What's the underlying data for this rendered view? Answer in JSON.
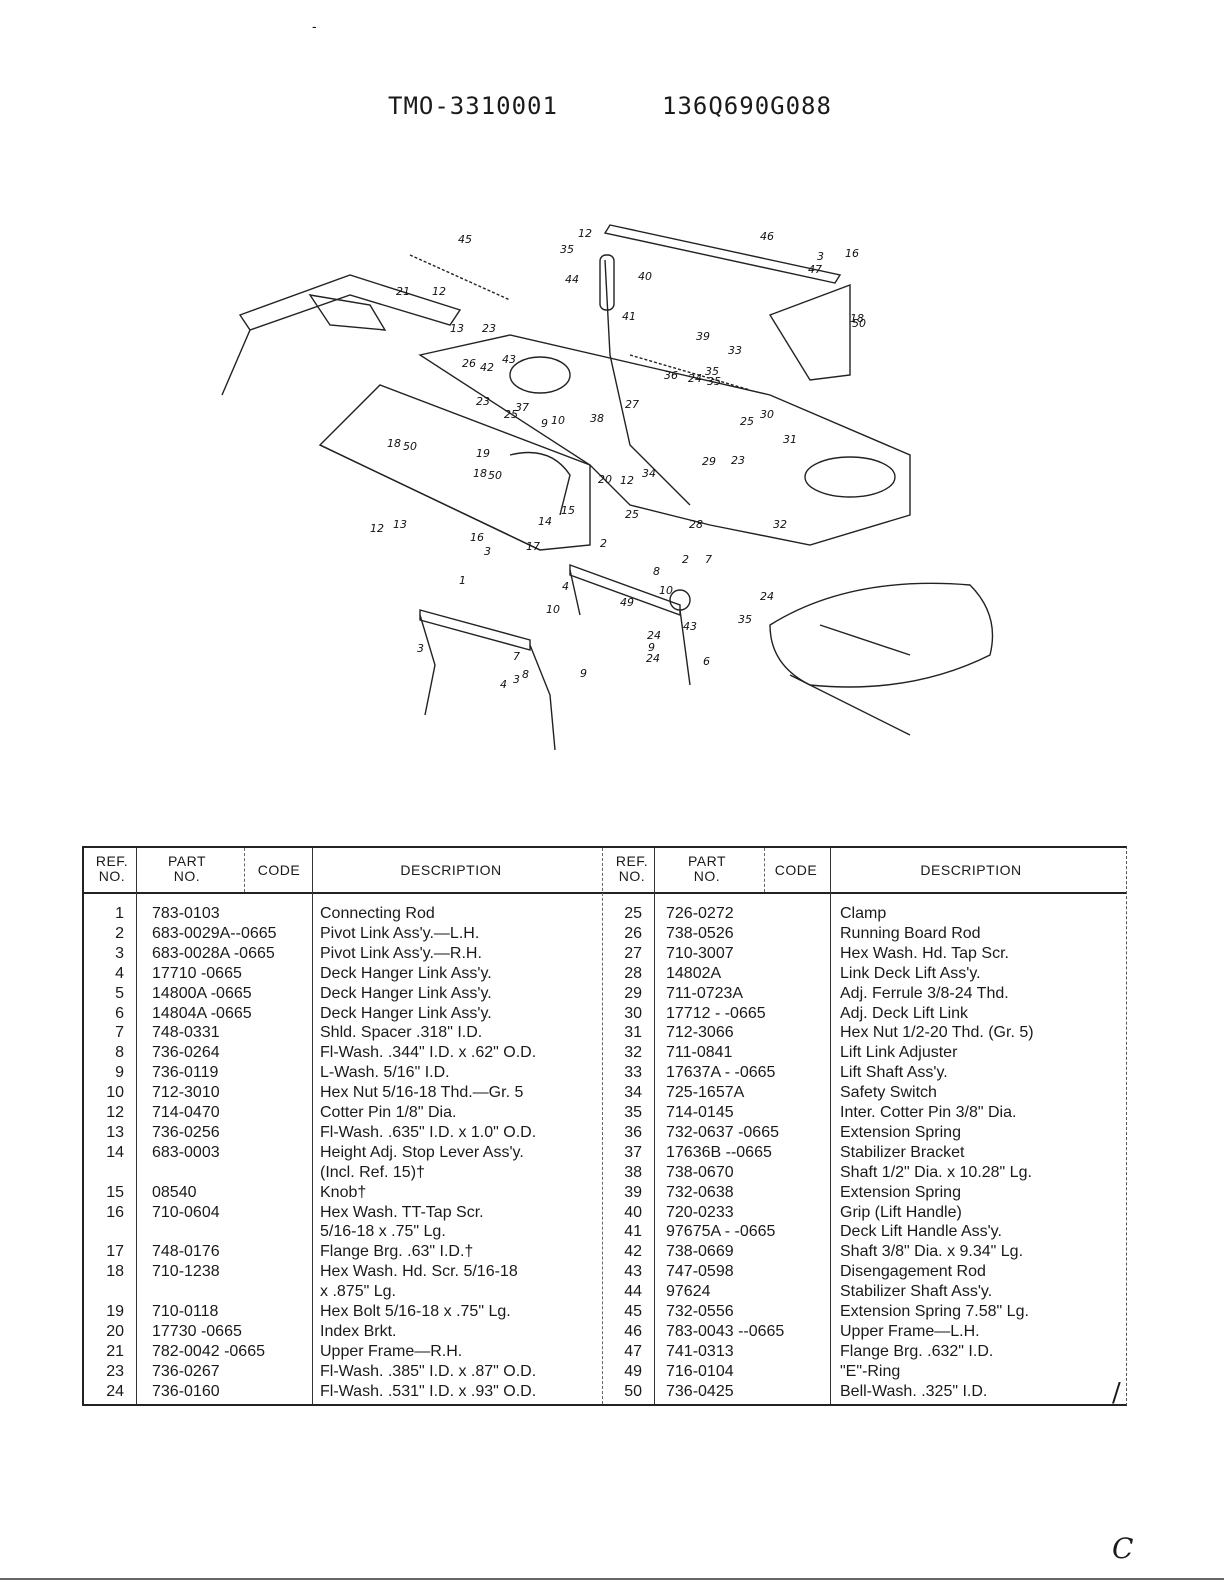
{
  "header": {
    "model_left": "TMO-3310001",
    "model_right": "136Q690G088"
  },
  "diagram": {
    "callouts": [
      "45",
      "35",
      "12",
      "46",
      "16",
      "3",
      "47",
      "44",
      "40",
      "18",
      "50",
      "12",
      "13",
      "23",
      "41",
      "39",
      "33",
      "26",
      "35",
      "36",
      "24",
      "35",
      "42",
      "43",
      "21",
      "23",
      "25",
      "37",
      "38",
      "27",
      "30",
      "10",
      "9",
      "25",
      "31",
      "18",
      "50",
      "19",
      "29",
      "23",
      "18",
      "50",
      "12",
      "34",
      "20",
      "15",
      "14",
      "16",
      "17",
      "13",
      "12",
      "3",
      "25",
      "28",
      "32",
      "2",
      "8",
      "2",
      "7",
      "10",
      "1",
      "4",
      "49",
      "24",
      "35",
      "24",
      "9",
      "10",
      "43",
      "24",
      "6",
      "3",
      "4",
      "7",
      "3",
      "8",
      "9"
    ]
  },
  "table": {
    "headers": {
      "ref_no": [
        "REF.",
        "NO."
      ],
      "part_no": [
        "PART",
        "NO."
      ],
      "code": "CODE",
      "description": "DESCRIPTION"
    },
    "left_rows": [
      {
        "ref": "1",
        "part": "783-0103",
        "desc": "Connecting Rod"
      },
      {
        "ref": "2",
        "part": "683-0029A--0665",
        "desc": "Pivot Link Ass'y.—L.H."
      },
      {
        "ref": "3",
        "part": "683-0028A -0665",
        "desc": "Pivot Link Ass'y.—R.H."
      },
      {
        "ref": "4",
        "part": "17710  -0665",
        "desc": "Deck Hanger Link Ass'y."
      },
      {
        "ref": "5",
        "part": "14800A -0665",
        "desc": "Deck Hanger Link Ass'y."
      },
      {
        "ref": "6",
        "part": "14804A -0665",
        "desc": "Deck Hanger Link Ass'y."
      },
      {
        "ref": "7",
        "part": "748-0331",
        "desc": "Shld. Spacer .318\" I.D."
      },
      {
        "ref": "8",
        "part": "736-0264",
        "desc": "Fl-Wash. .344\" I.D. x .62\" O.D."
      },
      {
        "ref": "9",
        "part": "736-0119",
        "desc": "L-Wash. 5/16\" I.D."
      },
      {
        "ref": "10",
        "part": "712-3010",
        "desc": "Hex Nut 5/16-18 Thd.—Gr. 5"
      },
      {
        "ref": "12",
        "part": "714-0470",
        "desc": "Cotter Pin 1/8\" Dia."
      },
      {
        "ref": "13",
        "part": "736-0256",
        "desc": "Fl-Wash. .635\" I.D. x 1.0\" O.D."
      },
      {
        "ref": "14",
        "part": "683-0003",
        "desc": "Height Adj. Stop Lever Ass'y."
      },
      {
        "ref": "",
        "part": "",
        "desc": "  (Incl. Ref. 15)†"
      },
      {
        "ref": "15",
        "part": "08540",
        "desc": "Knob†"
      },
      {
        "ref": "16",
        "part": "710-0604",
        "desc": "Hex Wash. TT-Tap Scr."
      },
      {
        "ref": "",
        "part": "",
        "desc": "   5/16-18 x .75\" Lg."
      },
      {
        "ref": "17",
        "part": "748-0176",
        "desc": "Flange Brg. .63\" I.D.†"
      },
      {
        "ref": "18",
        "part": "710-1238",
        "desc": "Hex Wash. Hd. Scr. 5/16-18"
      },
      {
        "ref": "",
        "part": "",
        "desc": "   x .875\" Lg."
      },
      {
        "ref": "19",
        "part": "710-0118",
        "desc": "Hex Bolt 5/16-18 x .75\" Lg."
      },
      {
        "ref": "20",
        "part": "17730  -0665",
        "desc": "Index Brkt."
      },
      {
        "ref": "21",
        "part": "782-0042 -0665",
        "desc": "Upper Frame—R.H."
      },
      {
        "ref": "23",
        "part": "736-0267",
        "desc": "Fl-Wash. .385\" I.D. x .87\" O.D."
      },
      {
        "ref": "24",
        "part": "736-0160",
        "desc": "Fl-Wash. .531\" I.D. x .93\" O.D."
      }
    ],
    "right_rows": [
      {
        "ref": "25",
        "part": "726-0272",
        "desc": "Clamp"
      },
      {
        "ref": "26",
        "part": "738-0526",
        "desc": "Running Board Rod"
      },
      {
        "ref": "27",
        "part": "710-3007",
        "desc": "Hex Wash. Hd. Tap Scr."
      },
      {
        "ref": "28",
        "part": "14802A",
        "desc": "Link Deck Lift Ass'y."
      },
      {
        "ref": "29",
        "part": "711-0723A",
        "desc": "Adj. Ferrule 3/8-24 Thd."
      },
      {
        "ref": "30",
        "part": "17712  - -0665",
        "desc": "Adj. Deck Lift Link"
      },
      {
        "ref": "31",
        "part": "712-3066",
        "desc": "Hex Nut 1/2-20 Thd. (Gr. 5)"
      },
      {
        "ref": "32",
        "part": "711-0841",
        "desc": "Lift Link Adjuster"
      },
      {
        "ref": "33",
        "part": "17637A - -0665",
        "desc": "Lift Shaft Ass'y."
      },
      {
        "ref": "34",
        "part": "725-1657A",
        "desc": "Safety Switch"
      },
      {
        "ref": "35",
        "part": "714-0145",
        "desc": "Inter. Cotter Pin 3/8\" Dia."
      },
      {
        "ref": "36",
        "part": "732-0637 -0665",
        "desc": "Extension Spring"
      },
      {
        "ref": "37",
        "part": "17636B  --0665",
        "desc": "Stabilizer Bracket"
      },
      {
        "ref": "38",
        "part": "738-0670",
        "desc": "Shaft 1/2\" Dia. x 10.28\" Lg."
      },
      {
        "ref": "39",
        "part": "732-0638",
        "desc": "Extension Spring"
      },
      {
        "ref": "40",
        "part": "720-0233",
        "desc": "Grip (Lift Handle)"
      },
      {
        "ref": "41",
        "part": "97675A - -0665",
        "desc": "Deck Lift Handle Ass'y."
      },
      {
        "ref": "42",
        "part": "738-0669",
        "desc": "Shaft 3/8\" Dia. x 9.34\" Lg."
      },
      {
        "ref": "43",
        "part": "747-0598",
        "desc": "Disengagement Rod"
      },
      {
        "ref": "44",
        "part": "97624",
        "desc": "Stabilizer Shaft Ass'y."
      },
      {
        "ref": "45",
        "part": "732-0556",
        "desc": "Extension Spring 7.58\" Lg."
      },
      {
        "ref": "46",
        "part": "783-0043 --0665",
        "desc": "Upper Frame—L.H."
      },
      {
        "ref": "47",
        "part": "741-0313",
        "desc": "Flange Brg. .632\" I.D."
      },
      {
        "ref": "49",
        "part": "716-0104",
        "desc": "\"E\"-Ring"
      },
      {
        "ref": "50",
        "part": "736-0425",
        "desc": "Bell-Wash. .325\" I.D."
      }
    ]
  },
  "footer": {
    "mark": "C",
    "slash": "/",
    "top_dash": "-"
  }
}
